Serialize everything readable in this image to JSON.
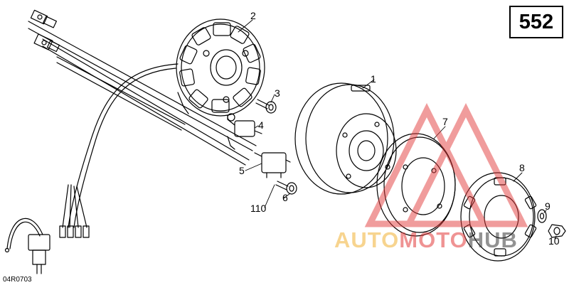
{
  "page_number": "552",
  "drawing_code": "04R0703",
  "callouts": {
    "c1": "1",
    "c2": "2",
    "c3": "3",
    "c4": "4",
    "c5": "5",
    "c6": "6",
    "c7": "7",
    "c8": "8",
    "c9": "9",
    "c10": "10",
    "c11": "110"
  },
  "watermark": {
    "part1": "AUTO",
    "part2": "MOTO",
    "part3": "HUB",
    "colors": {
      "auto": "#f2b134",
      "moto": "#e23b3b",
      "hub": "#3a3a3a",
      "triangle": "#e23b3b"
    }
  },
  "line_color": "#000000"
}
